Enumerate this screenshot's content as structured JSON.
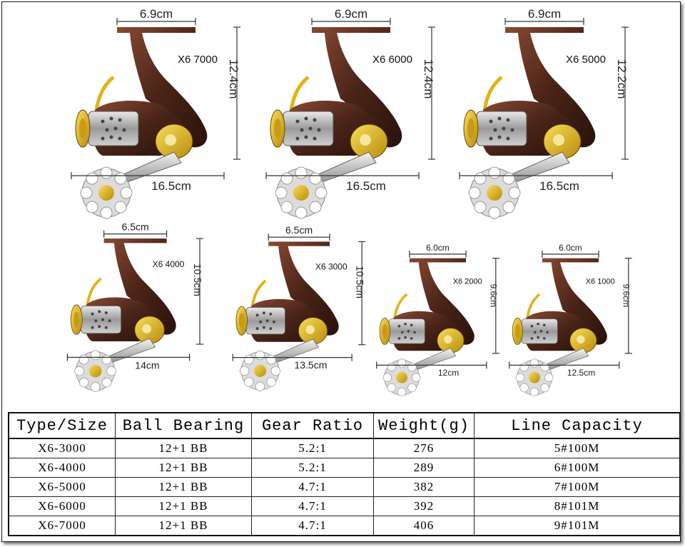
{
  "reels": [
    {
      "model": "X6 7000",
      "width": "6.9cm",
      "height": "12.4cm",
      "length": "16.5cm"
    },
    {
      "model": "X6 6000",
      "width": "6.9cm",
      "height": "12.4cm",
      "length": "16.5cm"
    },
    {
      "model": "X6 5000",
      "width": "6.9cm",
      "height": "12.2cm",
      "length": "16.5cm"
    },
    {
      "model": "X6 4000",
      "width": "6.5cm",
      "height": "10.5cm",
      "length": "14cm"
    },
    {
      "model": "X6 3000",
      "width": "6.5cm",
      "height": "10.5cm",
      "length": "13.5cm"
    },
    {
      "model": "X6 2000",
      "width": "6.0cm",
      "height": "9.6cm",
      "length": "12cm"
    },
    {
      "model": "X6 1000",
      "width": "6.0cm",
      "height": "9.6cm",
      "length": "12.5cm"
    }
  ],
  "table": {
    "headers": [
      "Type/Size",
      "Ball Bearing",
      "Gear Ratio",
      "Weight(g)",
      "Line Capacity"
    ],
    "rows": [
      [
        "X6-3000",
        "12+1 BB",
        "5.2:1",
        "276",
        "5#100M"
      ],
      [
        "X6-4000",
        "12+1 BB",
        "5.2:1",
        "289",
        "6#100M"
      ],
      [
        "X6-5000",
        "12+1 BB",
        "4.7:1",
        "382",
        "7#100M"
      ],
      [
        "X6-6000",
        "12+1 BB",
        "4.7:1",
        "392",
        "8#101M"
      ],
      [
        "X6-7000",
        "12+1 BB",
        "4.7:1",
        "406",
        "9#101M"
      ]
    ]
  },
  "colors": {
    "body": "#4a2418",
    "body_light": "#7a3a28",
    "gold": "#e0b318",
    "spool": "#b9b9b9",
    "dim_line": "#333333"
  }
}
